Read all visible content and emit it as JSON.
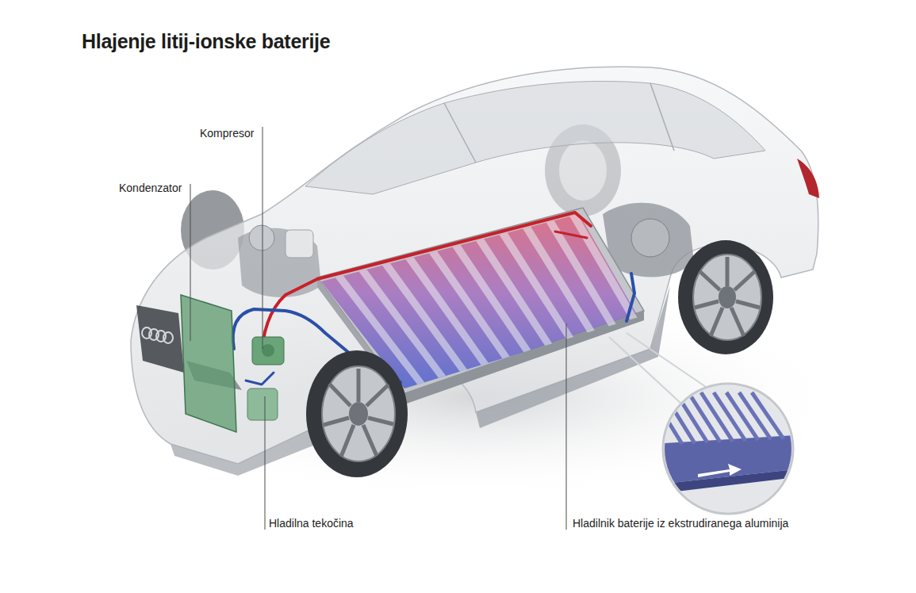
{
  "diagram": {
    "title": "Hlajenje litij-ionske baterije",
    "labels": [
      "Kompresor",
      "Kondenzator",
      "Hladilna tekočina",
      "Hladilnik baterije iz ekstrudiranega aluminija"
    ]
  }
}
